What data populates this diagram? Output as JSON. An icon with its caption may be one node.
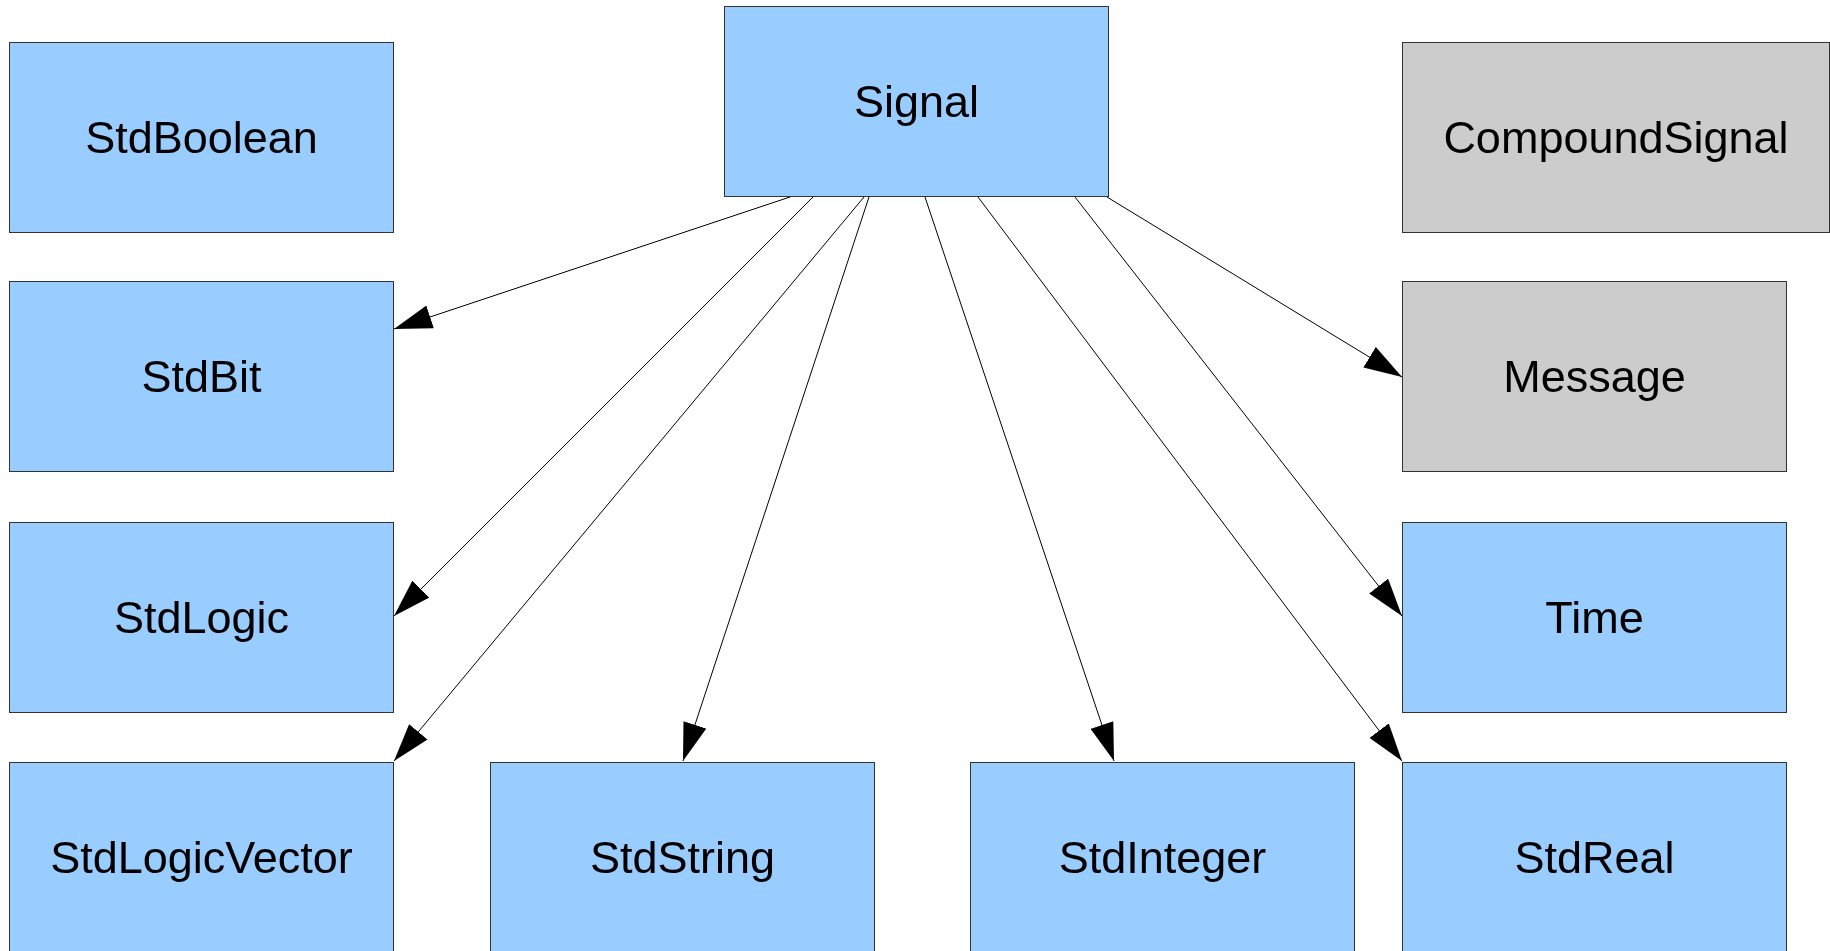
{
  "diagram": {
    "nodes": [
      {
        "text": [
          "StdBoolean"
        ]
      },
      {
        "text": [
          "Signal"
        ]
      },
      {
        "text": [
          "CompoundSignal"
        ]
      },
      {
        "text": [
          "StdBit"
        ]
      },
      {
        "text": [
          "Message"
        ]
      },
      {
        "text": [
          "StdLogic"
        ]
      },
      {
        "text": [
          "Time"
        ]
      },
      {
        "text": [
          "StdLogicVector"
        ]
      },
      {
        "text": [
          "StdString"
        ]
      },
      {
        "text": [
          "StdInteger"
        ]
      },
      {
        "text": [
          "StdReal"
        ]
      }
    ],
    "edges": [
      {
        "from": 1,
        "to": 3,
        "arrow": "to"
      },
      {
        "from": 1,
        "to": 5,
        "arrow": "to"
      },
      {
        "from": 1,
        "to": 7,
        "arrow": "to"
      },
      {
        "from": 1,
        "to": 8,
        "arrow": "to"
      },
      {
        "from": 1,
        "to": 9,
        "arrow": "to"
      },
      {
        "from": 1,
        "to": 10,
        "arrow": "to"
      },
      {
        "from": 1,
        "to": 6,
        "arrow": "to"
      },
      {
        "from": 1,
        "to": 4,
        "arrow": "to"
      }
    ]
  }
}
